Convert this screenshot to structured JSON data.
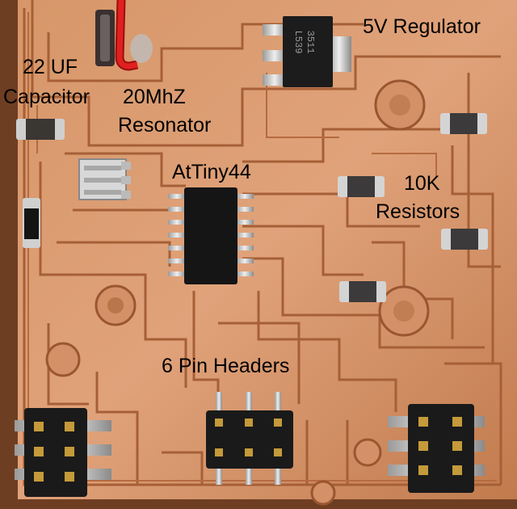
{
  "image": {
    "subject": "Hand-milled copper circuit board with labeled surface-mount components",
    "labels": {
      "regulator": "5V Regulator",
      "capacitor_line1": "22 UF",
      "capacitor_line2": "Capacitor",
      "resonator_line1": "20MhZ",
      "resonator_line2": "Resonator",
      "microcontroller": "AtTiny44",
      "resistors_line1": "10K",
      "resistors_line2": "Resistors",
      "headers": "6 Pin Headers"
    },
    "chip_markings": {
      "regulator_line1": "3511",
      "regulator_line2": "L539"
    },
    "colors": {
      "copper": "#d08a5c",
      "trace_groove": "#a05a32",
      "chip_body": "#1c1c1c",
      "lead": "#c9c9c9",
      "wire": "#e02020"
    }
  }
}
